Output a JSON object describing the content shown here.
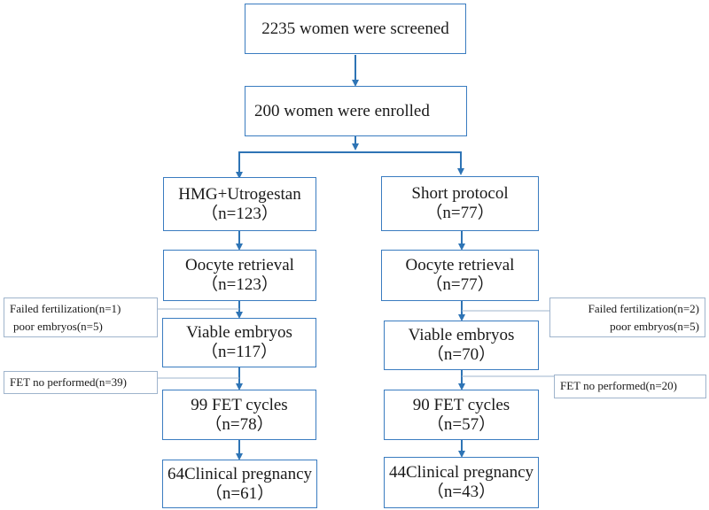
{
  "top": {
    "screened": "2235 women were screened",
    "enrolled": "200 women were enrolled"
  },
  "left": {
    "group_title": "HMG+Utrogestan",
    "group_n": "（n=123）",
    "retrieval_title": "Oocyte retrieval",
    "retrieval_n": "（n=123）",
    "embryos_title": "Viable embryos",
    "embryos_n": "（n=117）",
    "fet_title": "99 FET cycles",
    "fet_n": "（n=78）",
    "preg_title": "64Clinical pregnancy",
    "preg_n": "（n=61）",
    "excl_failed": "Failed fertilization(n=1)",
    "excl_poor": "poor embryos(n=5)",
    "excl_fet": "FET no performed(n=39)"
  },
  "right": {
    "group_title": "Short protocol",
    "group_n": "（n=77）",
    "retrieval_title": "Oocyte retrieval",
    "retrieval_n": "（n=77）",
    "embryos_title": "Viable embryos",
    "embryos_n": "（n=70）",
    "fet_title": "90 FET cycles",
    "fet_n": "（n=57）",
    "preg_title": "44Clinical pregnancy",
    "preg_n": "（n=43）",
    "excl_failed": "Failed fertilization(n=2)",
    "excl_poor": "poor embryos(n=5)",
    "excl_fet": "FET no performed(n=20)"
  },
  "colors": {
    "box_border": "#3a7cc0",
    "arrow": "#2e74b5",
    "side_border": "#9fb4cc"
  }
}
